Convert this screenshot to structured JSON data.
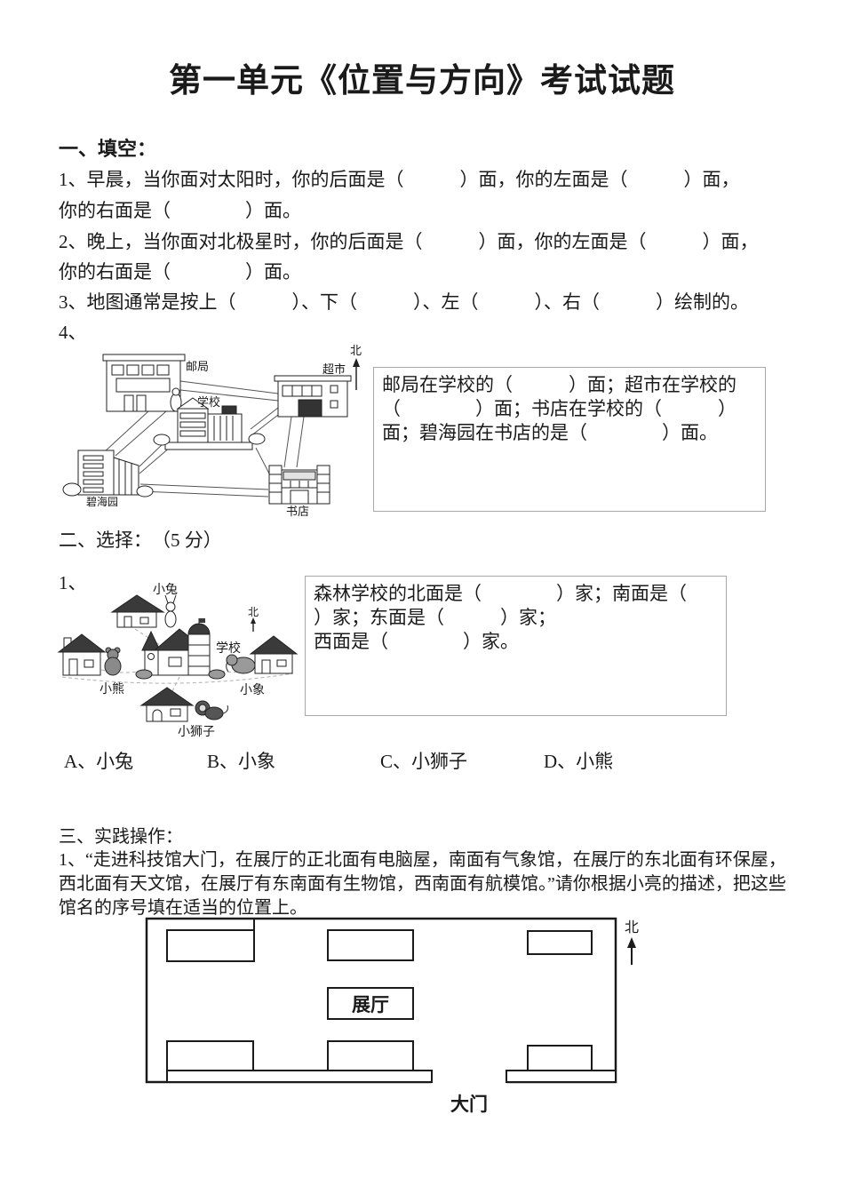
{
  "title": "第一单元《位置与方向》考试试题",
  "fill": {
    "heading": "一、填空：",
    "q1_line1": " 1、早晨，当你面对太阳时，你的后面是（　　　）面，你的左面是（　　　）面，",
    "q1_line2": "你的右面是（　　　　）面。",
    "q2_line1": "2、晚上，当你面对北极星时，你的后面是（　　　）面，你的左面是（　　　）面，",
    "q2_line2": "你的右面是（　　　　）面。",
    "q3": "3、地图通常是按上（　　　）、下（　　　）、左（　　　）、右（　　　）绘制的。",
    "q4": "4、",
    "box_lines": [
      "邮局在学校的（　　　）面；超市在学校的",
      "（　　　　）面；书店在学校的（　　　）",
      "面；碧海园在书店的是（　　　　）面。"
    ]
  },
  "map1": {
    "north": "北",
    "post_office": "邮局",
    "supermarket": "超市",
    "school": "学校",
    "garden": "碧海园",
    "bookstore": "书店"
  },
  "choice": {
    "heading": "二、选择：　（5 分）",
    "item_no": "1、",
    "box_lines": [
      "森林学校的北面是（　　　　）家；南面是（",
      "）家；东面是（　　　）家；",
      "西面是（　　　　）家。"
    ],
    "options": [
      "A、小兔",
      "B、小象",
      "C、小狮子",
      "D、小熊"
    ]
  },
  "map2": {
    "north": "北",
    "rabbit": "小兔",
    "bear": "小熊",
    "school": "学校",
    "elephant": "小象",
    "lion": "小狮子"
  },
  "practice": {
    "heading": "三、实践操作：",
    "line1": "1、“走进科技馆大门，在展厅的正北面有电脑屋，南面有气象馆，在展厅的东北面有环保屋，",
    "line2": "西北面有天文馆，在展厅有东南面有生物馆，西南面有航模馆。”请你根据小亮的描述，把这些",
    "line3": "馆名的序号填在适当的位置上。"
  },
  "map3": {
    "hall": "展厅",
    "gate": "大门",
    "north": "北"
  }
}
